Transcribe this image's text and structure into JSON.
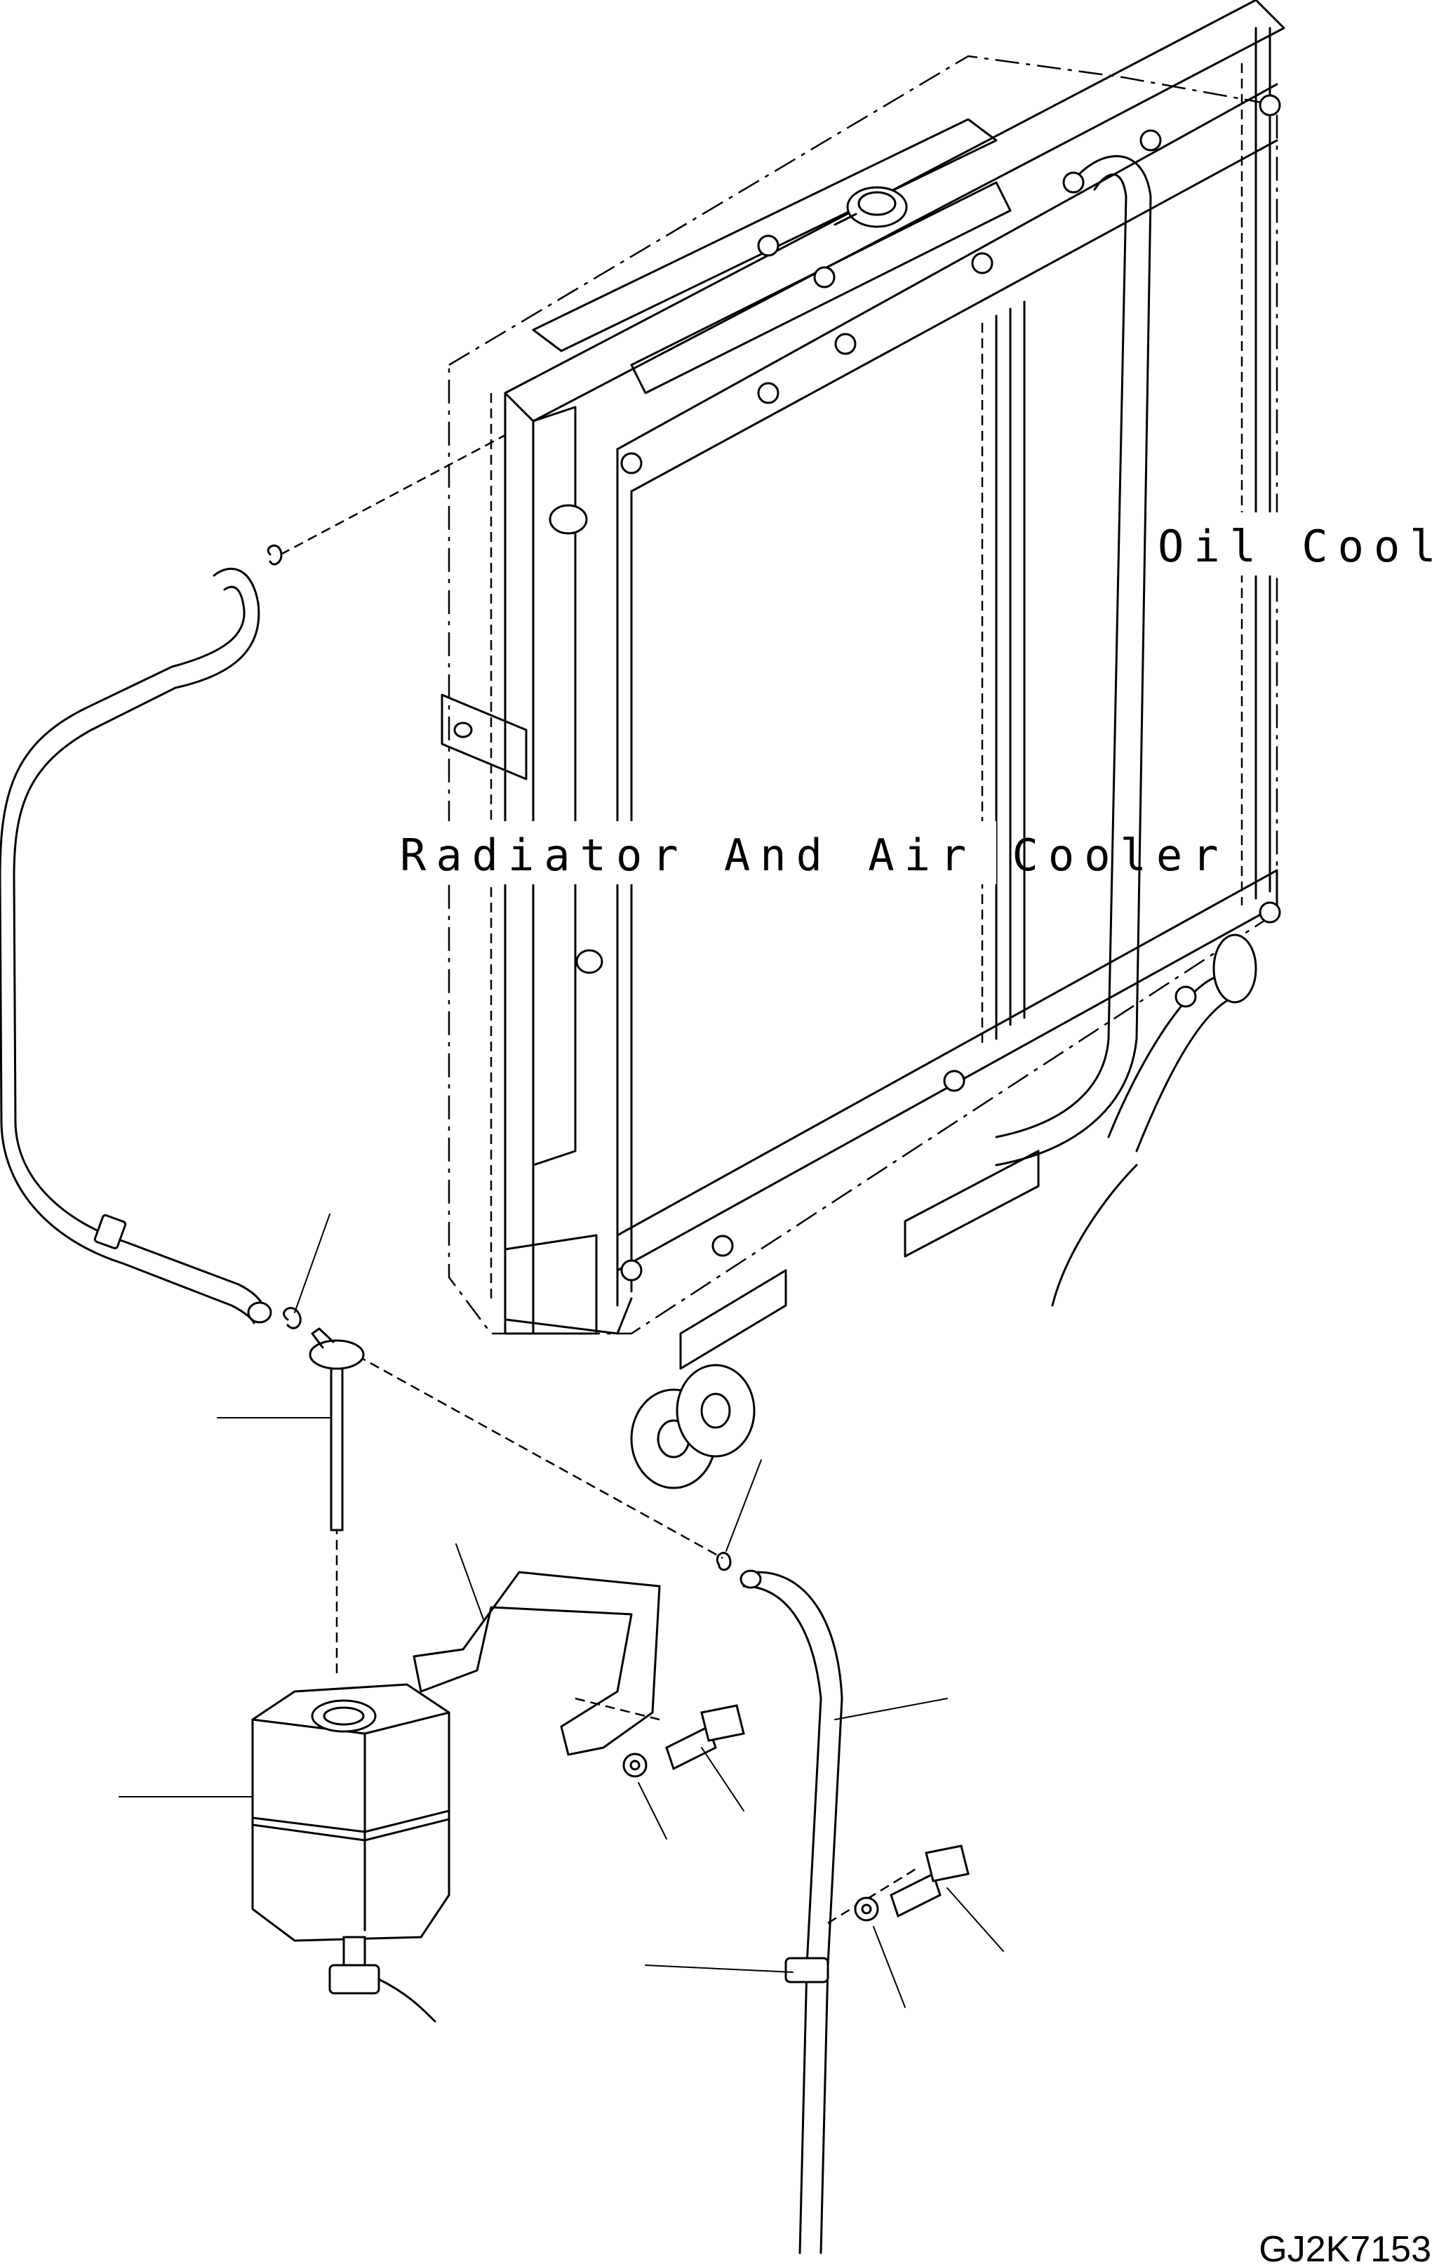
{
  "labels": {
    "oil_cooler": "Oil Cooler",
    "radiator": "Radiator And Air Cooler",
    "drawing_code": "GJ2K7153"
  }
}
